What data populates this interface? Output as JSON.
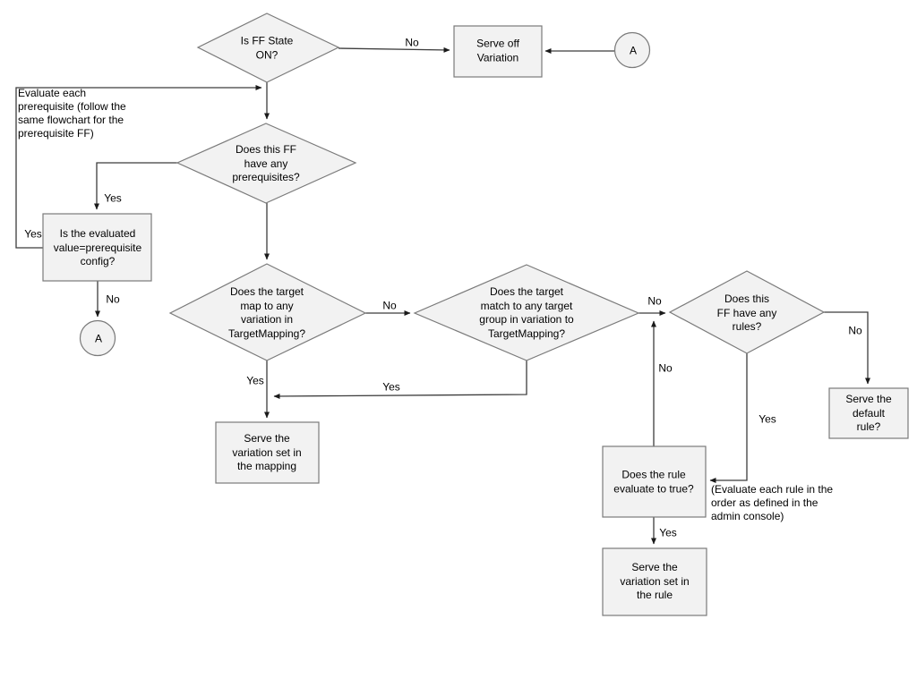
{
  "diagram": {
    "type": "flowchart",
    "colors": {
      "shape_fill": "#f2f2f2",
      "shape_stroke": "#7a7a7a",
      "edge_stroke": "#3c3c3c",
      "text": "#000000",
      "background": "#ffffff"
    },
    "nodes": {
      "ff_state": {
        "type": "decision",
        "label": "Is FF State\nON?"
      },
      "serve_off": {
        "type": "process",
        "label": "Serve off\nVariation"
      },
      "connector_a_top": {
        "type": "connector",
        "label": "A"
      },
      "prereq_note": {
        "type": "annotation",
        "label": "Evaluate each\nprerequisite (follow the\nsame flowchart for the\nprerequisite FF)"
      },
      "has_prereqs": {
        "type": "decision",
        "label": "Does this FF\nhave any\nprerequisites?"
      },
      "eval_prereq": {
        "type": "process",
        "label": "Is the evaluated\nvalue=prerequisite\nconfig?"
      },
      "connector_a_left": {
        "type": "connector",
        "label": "A"
      },
      "target_mapping": {
        "type": "decision",
        "label": "Does the target\nmap to any\nvariation in\nTargetMapping?"
      },
      "target_group": {
        "type": "decision",
        "label": "Does the target\nmatch to any target\ngroup in variation to\nTargetMapping?"
      },
      "has_rules": {
        "type": "decision",
        "label": "Does this\nFF have any\nrules?"
      },
      "serve_mapping": {
        "type": "process",
        "label": "Serve the\nvariation set in\nthe mapping"
      },
      "serve_default": {
        "type": "process",
        "label": "Serve the\ndefault rule?"
      },
      "rule_true": {
        "type": "decision-box",
        "label": "Does the rule\nevaluate to true?"
      },
      "rules_note": {
        "type": "annotation",
        "label": "(Evaluate each rule in the\norder as defined in the\nadmin console)"
      },
      "serve_rule": {
        "type": "process",
        "label": "Serve the\nvariation set in\nthe rule"
      }
    },
    "edge_labels": {
      "ff_off_no": "No",
      "prereq_yes": "Yes",
      "prereq_loop_yes": "Yes",
      "eval_no": "No",
      "mapping_yes": "Yes",
      "mapping_no": "No",
      "group_yes": "Yes",
      "group_no": "No",
      "rule_no": "No",
      "rules_no": "No",
      "rules_yes": "Yes",
      "rule_yes": "Yes"
    }
  }
}
